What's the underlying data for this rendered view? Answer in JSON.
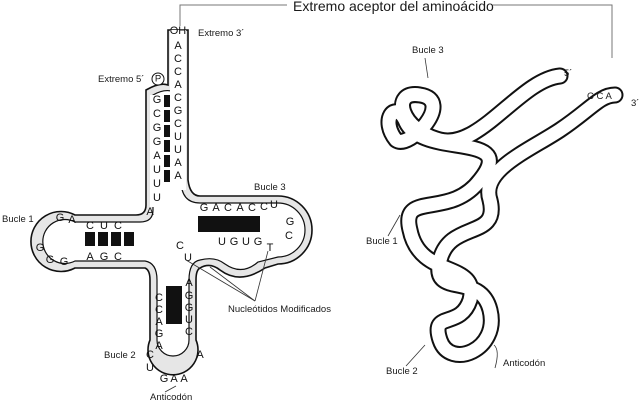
{
  "title": "Extremo aceptor del aminoácido",
  "labels": {
    "oh": "OH",
    "extremo3": "Extremo 3´",
    "extremo5": "Extremo 5´",
    "phosphate": "P",
    "bucle1": "Bucle 1",
    "bucle2": "Bucle 2",
    "bucle3": "Bucle 3",
    "modificados": "Nucleótidos Modificados",
    "anticodon": "Anticodón"
  },
  "sequences": {
    "acceptor_3": [
      "A",
      "C",
      "C",
      "A",
      "C",
      "G",
      "C",
      "U",
      "U",
      "A",
      "A"
    ],
    "acceptor_5": [
      "G",
      "C",
      "G",
      "G",
      "A",
      "U",
      "U",
      "U",
      "A"
    ],
    "d_top": [
      "G",
      "A",
      "C",
      "U",
      "C"
    ],
    "d_loop_left": [
      "G",
      "G"
    ],
    "d_bottom": [
      "G",
      "A",
      "G",
      "C"
    ],
    "t_top": [
      "G",
      "A",
      "C",
      "A",
      "C",
      "C",
      "U"
    ],
    "t_loop_right": [
      "G",
      "C"
    ],
    "t_bottom": [
      "U",
      "G",
      "U",
      "G",
      "T"
    ],
    "junction": [
      "C",
      "U"
    ],
    "ac_left": [
      "C",
      "C",
      "A",
      "G",
      "A"
    ],
    "ac_right": [
      "A",
      "G",
      "G",
      "U",
      "C"
    ],
    "ac_loop": [
      "C",
      "U",
      "G",
      "A",
      "A",
      "A"
    ]
  },
  "tertiary": {
    "label_bucle1": "Bucle 1",
    "label_bucle2": "Bucle 2",
    "label_bucle3": "Bucle 3",
    "label_anticodon": "Anticodón",
    "end5": "5´",
    "end3": "3´",
    "cca": "C  C  A"
  }
}
